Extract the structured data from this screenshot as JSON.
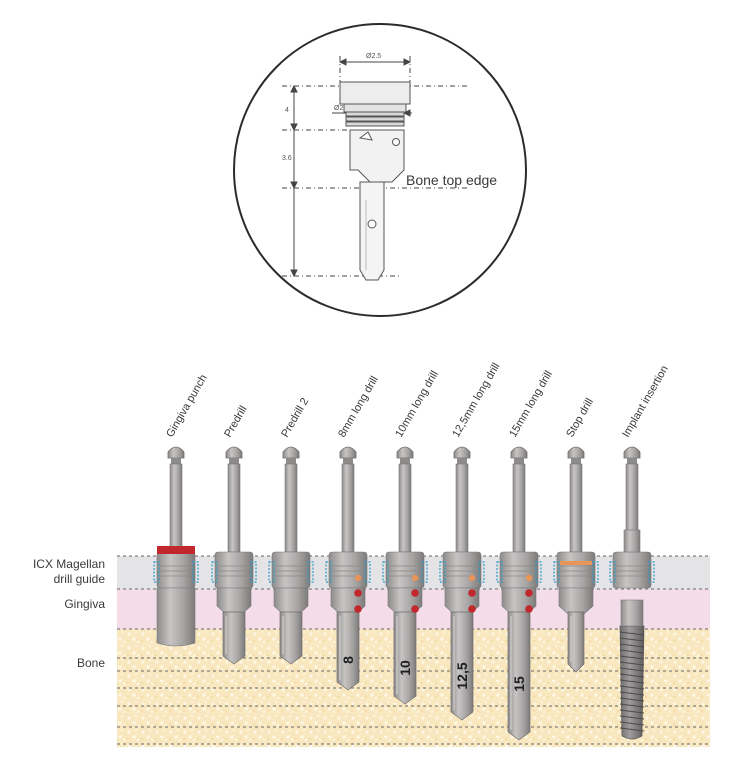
{
  "detail": {
    "dim_width_top": "Ø2.5",
    "dim_width_mid": "Ø2.8",
    "dim_height_top": "4",
    "dim_height_mid": "3.6",
    "callout": "Bone top edge"
  },
  "zones": {
    "guide_line1": "ICX Magellan",
    "guide_line2": "drill guide",
    "gingiva": "Gingiva",
    "bone": "Bone"
  },
  "instruments": [
    {
      "label": "Gingiva punch",
      "depth": ""
    },
    {
      "label": "Predrill",
      "depth": ""
    },
    {
      "label": "Predrill 2",
      "depth": ""
    },
    {
      "label": "8mm long drill",
      "depth": "8"
    },
    {
      "label": "10mm long drill",
      "depth": "10"
    },
    {
      "label": "12,5mm long drill",
      "depth": "12,5"
    },
    {
      "label": "15mm long drill",
      "depth": "15"
    },
    {
      "label": "Stop drill",
      "depth": ""
    },
    {
      "label": "Implant insertion",
      "depth": ""
    }
  ],
  "colors": {
    "drill_guide_band": "#e4e4e6",
    "gingiva_band": "#f4dde9",
    "bone_band": "#f9e8bf",
    "instrument_body": "#a9a6a6",
    "marker_red": "#c0282d",
    "marker_orange": "#e8955a",
    "guide_ring": "#2f9cc9"
  }
}
